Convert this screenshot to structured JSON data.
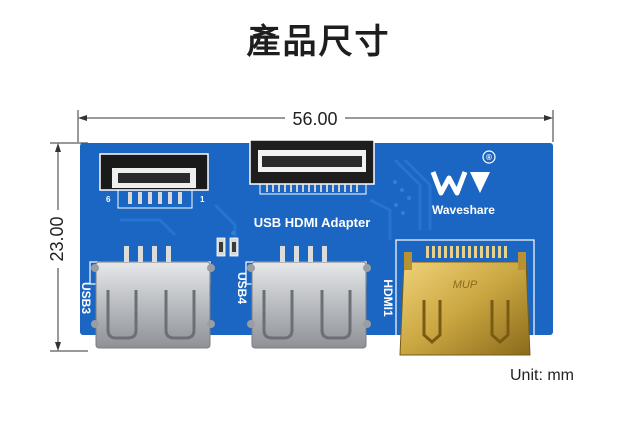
{
  "title": "產品尺寸",
  "dimensions": {
    "width": "56.00",
    "height": "23.00"
  },
  "unit_label": "Unit: mm",
  "board": {
    "name_label": "USB HDMI Adapter",
    "brand_label": "Waveshare",
    "registered_mark": "®",
    "connector_labels": {
      "usb3": "USB3",
      "usb4": "USB4",
      "hdmi1": "HDMI1"
    },
    "ffc_small_pin_labels": {
      "left": "6",
      "right": "1"
    },
    "hdmi_engraving": "MUP",
    "colors": {
      "pcb": "#1a66c2",
      "silk": "#ffffff",
      "metal": "#c9ccd0",
      "gold": "#c9a640",
      "connector_body": "#1f1f1f"
    }
  }
}
